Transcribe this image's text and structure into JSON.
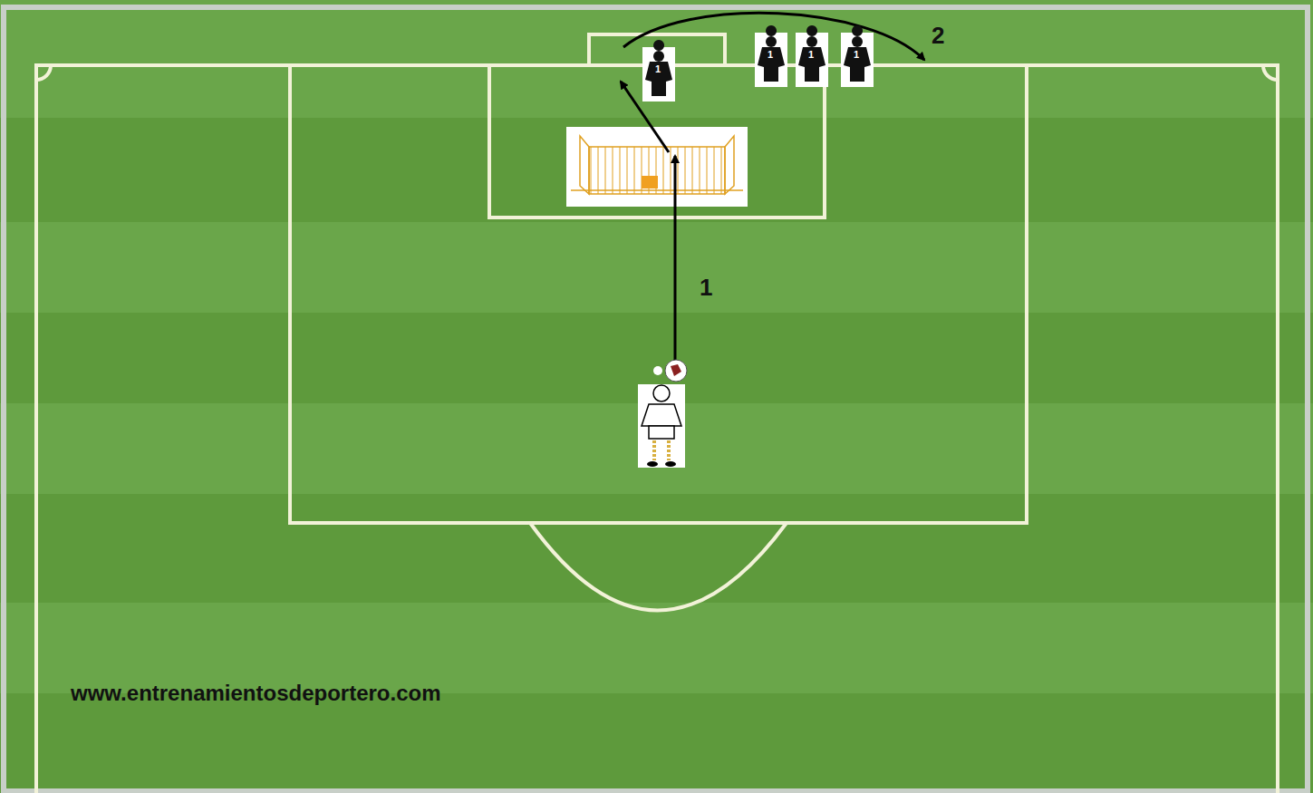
{
  "diagram": {
    "labels": [
      "1",
      "2",
      "1",
      "1",
      "1",
      "1",
      "www.entrenamientosdeportero.com"
    ]
  }
}
